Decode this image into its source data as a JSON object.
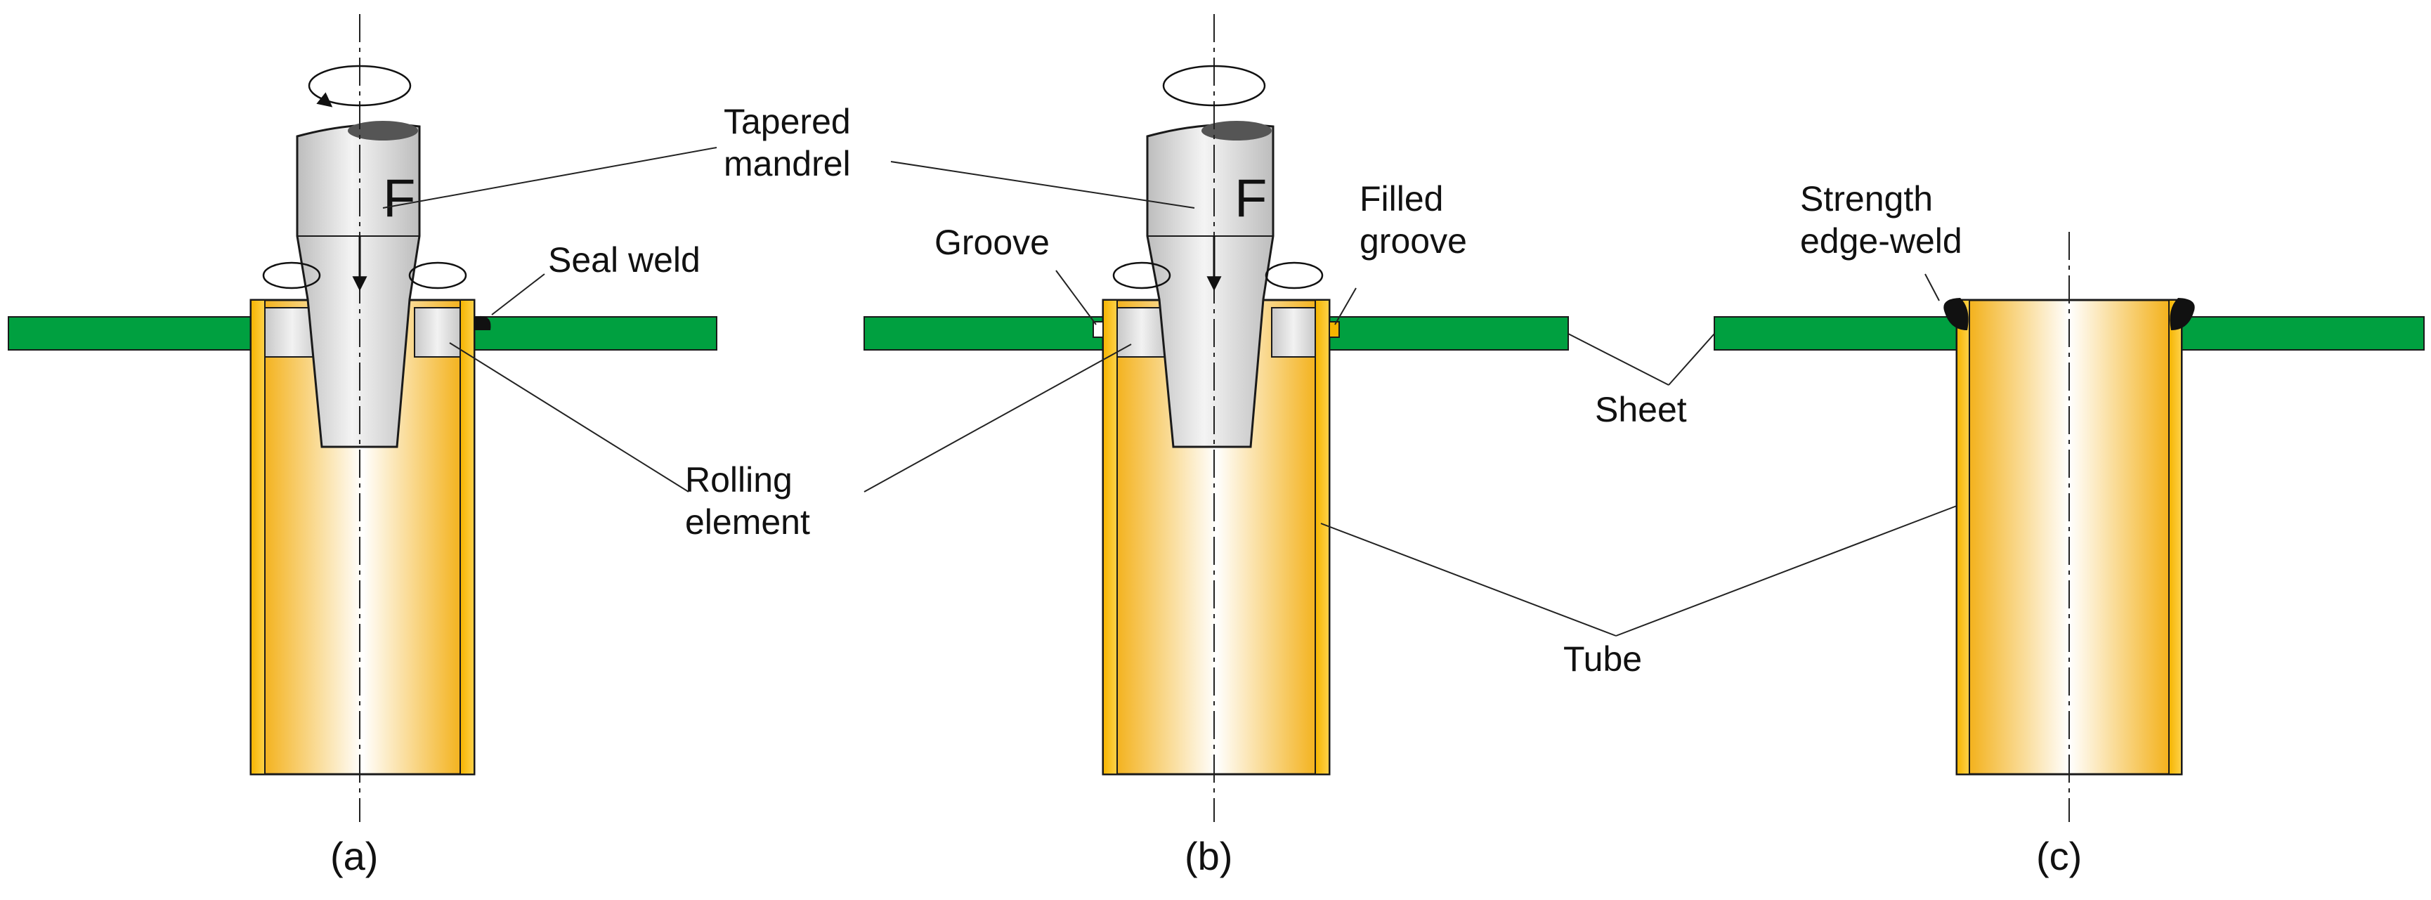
{
  "labels": {
    "tapered_mandrel_1": "Tapered",
    "tapered_mandrel_2": "mandrel",
    "seal_weld": "Seal weld",
    "rolling_element_1": "Rolling",
    "rolling_element_2": "element",
    "groove": "Groove",
    "filled_groove_1": "Filled",
    "filled_groove_2": "groove",
    "strength_weld_1": "Strength",
    "strength_weld_2": "edge-weld",
    "sheet": "Sheet",
    "tube": "Tube",
    "force_a": "F",
    "force_b": "F"
  },
  "captions": {
    "a": "(a)",
    "b": "(b)",
    "c": "(c)"
  },
  "colors": {
    "sheet": "#00A040",
    "tube_edge": "#F2A800",
    "tube_center": "#FFFFFF",
    "mandrel": "#D7D7D7",
    "weld": "#111111",
    "line": "#222222"
  }
}
